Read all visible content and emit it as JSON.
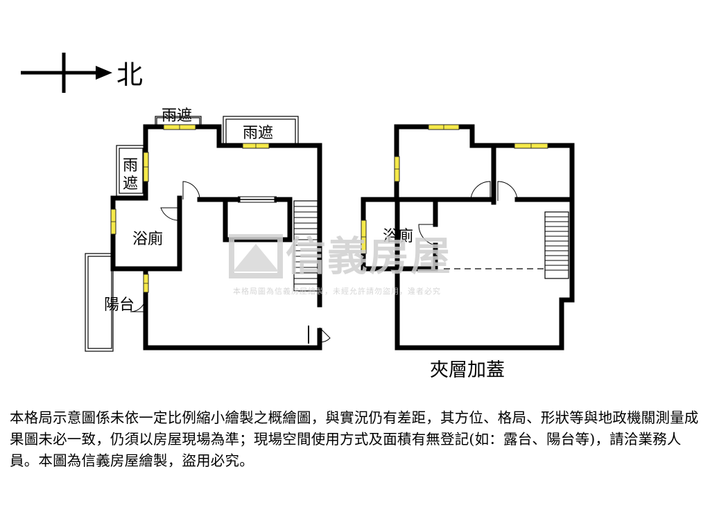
{
  "compass": {
    "label": "北"
  },
  "floor1": {
    "canopy_top": "雨遮",
    "canopy_right": "雨遮",
    "canopy_left_1": "雨",
    "canopy_left_2": "遮",
    "bathroom": "浴廁",
    "balcony": "陽台"
  },
  "floor2": {
    "bathroom": "浴廁",
    "caption": "夾層加蓋"
  },
  "watermark": {
    "brand": "信義房屋",
    "notice": "本格局圖為信義房屋繪製，未經允許請勿盜用，違者必究"
  },
  "disclaimer": "本格局示意圖係未依一定比例縮小繪製之概繪圖，與實況仍有差距，其方位、格局、形狀等與地政機關測量成果圖未必一致，仍須以房屋現場為準；現場空間使用方式及面積有無登記(如：露台、陽台等)，請洽業務人員。本圖為信義房屋繪製，盜用必究。",
  "colors": {
    "window": "#f5e94a",
    "wall": "#000000",
    "watermark": "#cfcfcf"
  }
}
